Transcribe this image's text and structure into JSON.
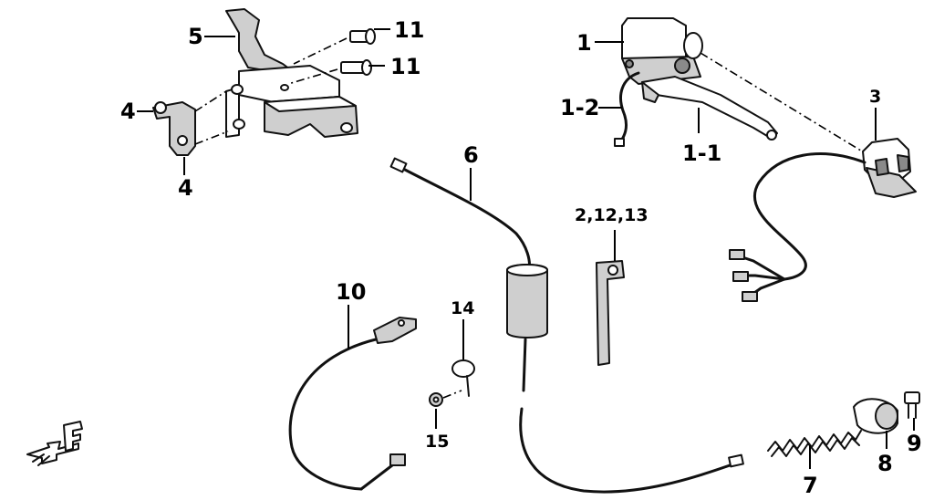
{
  "callouts": {
    "c1": "1",
    "c1_1": "1-1",
    "c1_2": "1-2",
    "c2_12_13": "2,12,13",
    "c3": "3",
    "c4_top": "4",
    "c4_bottom": "4",
    "c5": "5",
    "c6": "6",
    "c7": "7",
    "c8": "8",
    "c9": "9",
    "c10": "10",
    "c11_top": "11",
    "c11_bottom": "11",
    "c14": "14",
    "c15": "15"
  },
  "front_marker": {
    "letter": "F",
    "icon": "front-direction-arrow-icon"
  }
}
